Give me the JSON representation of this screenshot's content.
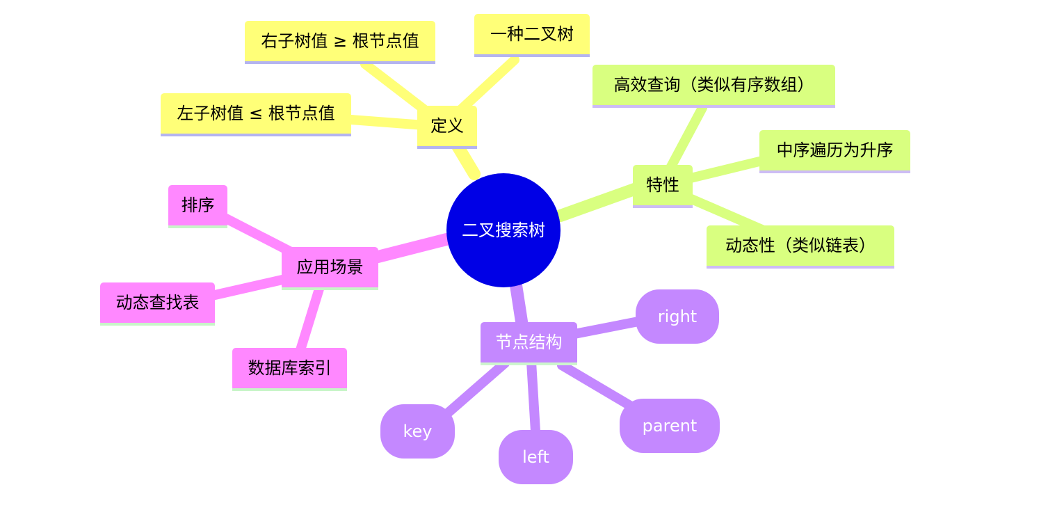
{
  "root": {
    "label": "二叉搜索树",
    "fill": "#0000e6",
    "text_color": "#ffffff"
  },
  "branches": [
    {
      "id": "definition",
      "label": "定义",
      "color": "#ffff78",
      "underline": "#b4b4f0",
      "text_color": "#000000",
      "shape": "rect",
      "children": [
        "右子树值 ≥ 根节点值",
        "一种二叉树",
        "左子树值 ≤ 根节点值"
      ]
    },
    {
      "id": "properties",
      "label": "特性",
      "color": "#d9ff80",
      "underline": "#cdbcf5",
      "text_color": "#000000",
      "shape": "rect",
      "children": [
        "高效查询（类似有序数组）",
        "中序遍历为升序",
        "动态性（类似链表）"
      ]
    },
    {
      "id": "structure",
      "label": "节点结构",
      "color": "#c488ff",
      "underline": "#cdf5cd",
      "text_color": "#ffffff",
      "shape": "rect",
      "child_shape": "pill",
      "children": [
        "right",
        "parent",
        "left",
        "key"
      ]
    },
    {
      "id": "applications",
      "label": "应用场景",
      "color": "#ff88ff",
      "underline": "#c8f5c8",
      "text_color": "#000000",
      "shape": "rect",
      "children": [
        "排序",
        "动态查找表",
        "数据库索引"
      ]
    }
  ]
}
